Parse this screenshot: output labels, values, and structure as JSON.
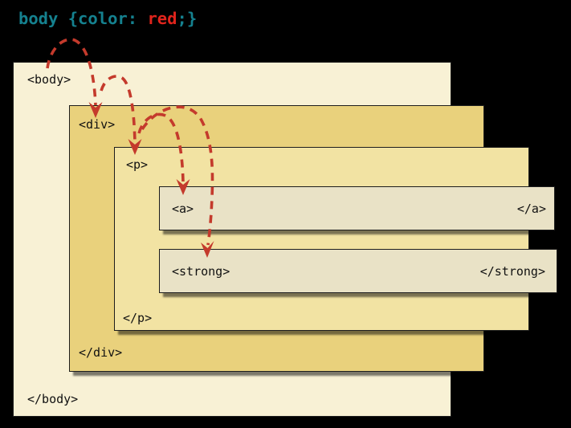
{
  "code_rule": {
    "selector_and_property": "body {color: ",
    "value": "red",
    "closing": ";}"
  },
  "boxes": {
    "body": {
      "open_tag": "<body>",
      "close_tag": "</body>"
    },
    "div": {
      "open_tag": "<div>",
      "close_tag": "</div>"
    },
    "p": {
      "open_tag": "<p>",
      "close_tag": "</p>"
    },
    "a": {
      "open_tag": "<a>",
      "close_tag": "</a>"
    },
    "strong": {
      "open_tag": "<strong>",
      "close_tag": "</strong>"
    }
  },
  "arrows": [
    {
      "from": "css-rule-body",
      "to": "div"
    },
    {
      "from": "div",
      "to": "p"
    },
    {
      "from": "p",
      "to": "a"
    },
    {
      "from": "p",
      "to": "strong"
    }
  ],
  "colors": {
    "background": "#000000",
    "code_selector": "#15818f",
    "code_value": "#e0241c",
    "arrow": "#c43a2c",
    "body_box_fill": "#f8f1d5",
    "div_box_fill": "#e9d17c",
    "p_box_fill": "#f2e3a3",
    "a_box_fill": "#e9e2c6",
    "strong_box_fill": "#e9e2c6",
    "box_border": "#1d1d1d"
  }
}
